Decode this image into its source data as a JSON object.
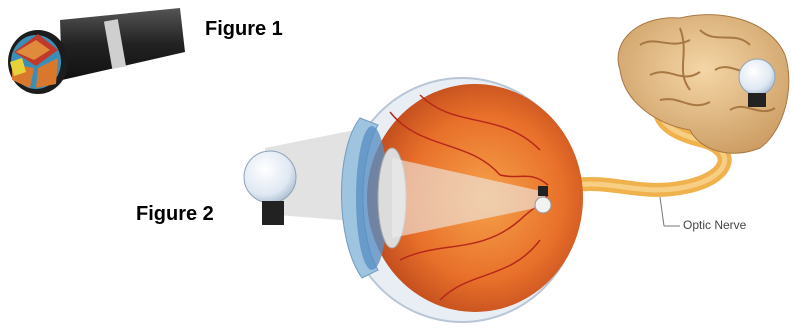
{
  "labels": {
    "figure1": "Figure 1",
    "figure2": "Figure 2",
    "optic_nerve": "Optic Nerve"
  },
  "icons": {
    "cable": "cable-cross-section-icon",
    "bulb_object": "light-bulb-icon",
    "bulb_brain": "light-bulb-icon",
    "eye": "eye-anatomy-illustration",
    "brain": "brain-illustration"
  },
  "colors": {
    "cable_jacket": "#2b2b2b",
    "copper": "#d9782c",
    "eye_orange": "#e8702a",
    "optic_nerve": "#f0b24c",
    "brain": "#e8c089"
  }
}
